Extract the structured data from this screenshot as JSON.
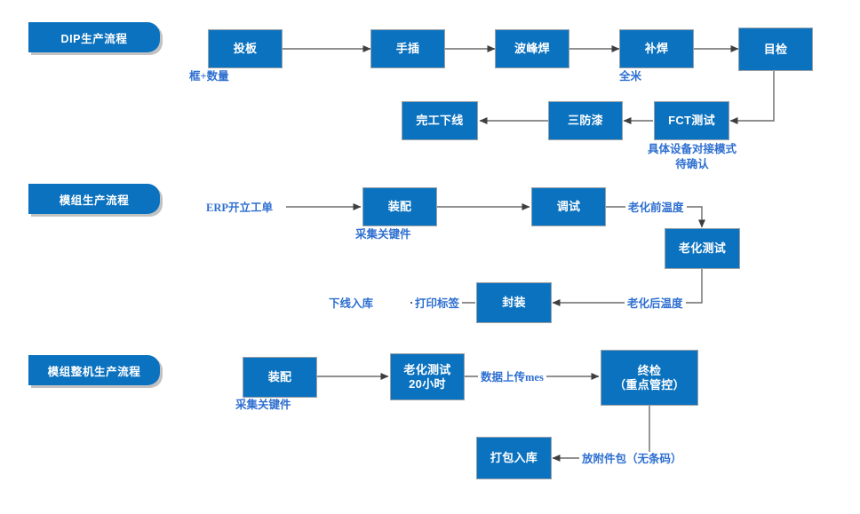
{
  "diagram": {
    "title_fragment_top": "",
    "accent_color": "#0B72BF",
    "annotation_color": "#2E6FD0",
    "connector_color": "#595959",
    "lanes": [
      {
        "id": "dip",
        "label": "DIP生产流程"
      },
      {
        "id": "module",
        "label": "模组生产流程"
      },
      {
        "id": "wholemachine",
        "label": "模组整机生产流程"
      }
    ],
    "nodes": {
      "dip_toupan": "投板",
      "dip_shouchai": "手插",
      "dip_bofenghan": "波峰焊",
      "dip_buhan": "补焊",
      "dip_mujian": "目检",
      "dip_fct": "FCT测试",
      "dip_sanfangqi": "三防漆",
      "dip_wangong": "完工下线",
      "mod_zhuangpei": "装配",
      "mod_tiaoshi": "调试",
      "mod_laohua": "老化测试",
      "mod_fengzhuang": "封装",
      "whl_zhuangpei": "装配",
      "whl_laohua_l1": "老化测试",
      "whl_laohua_l2": "20小时",
      "whl_zhongjian_l1": "终检",
      "whl_zhongjian_l2": "（重点管控）",
      "whl_dabao": "打包入库"
    },
    "annotations": {
      "dip_kuang_shuliang": "框+数量",
      "dip_quanmi": "全米",
      "dip_fct_note_l1": "具体设备对接模式",
      "dip_fct_note_l2": "待确认",
      "mod_erp": "ERP开立工单",
      "mod_caiji": "采集关键件",
      "mod_laohua_qian": "老化前温度",
      "mod_laohua_hou": "老化后温度",
      "mod_dayin_biaoqian": "打印标签",
      "mod_xiaxian_ruku": "下线入库",
      "whl_caiji": "采集关键件",
      "whl_shuju_mes": "数据上传mes",
      "whl_fujianbao": "放附件包（无条码）"
    }
  }
}
